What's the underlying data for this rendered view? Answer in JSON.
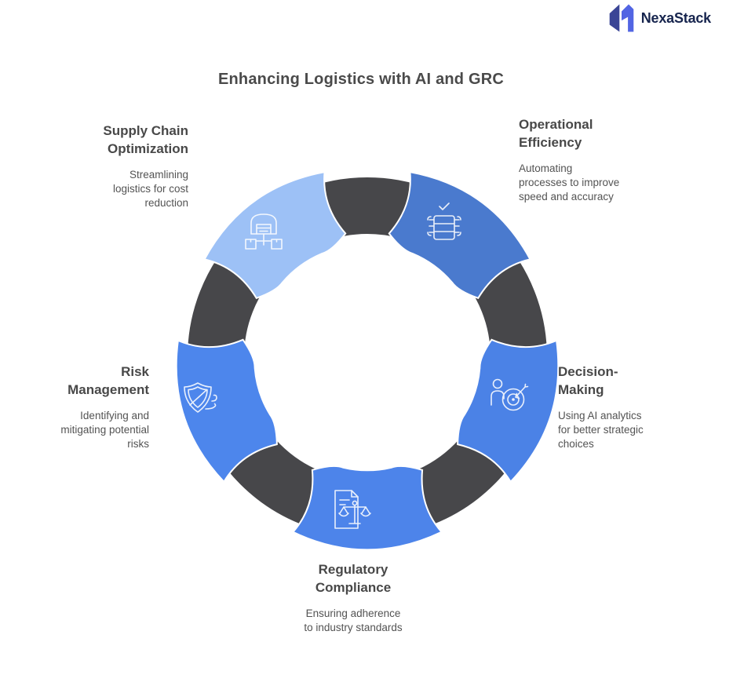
{
  "brand": {
    "name": "NexaStack",
    "icon": "nexastack-logo-icon",
    "text_color": "#17254e",
    "icon_colors": {
      "dark": "#3a4596",
      "light": "#5265e3"
    }
  },
  "title": {
    "text": "Enhancing Logistics with AI and GRC",
    "color": "#4a4a4a"
  },
  "diagram": {
    "type": "cycle",
    "ring_color": "#47474a",
    "icon_stroke": "#ffffff",
    "segments": [
      {
        "name": "supply-chain-optimization",
        "heading": "Supply Chain Optimization",
        "description": "Streamlining logistics for cost reduction",
        "icon": "warehouse-distribution-icon",
        "fill": "#9dc1f6",
        "angle_deg": -36
      },
      {
        "name": "operational-efficiency",
        "heading": "Operational Efficiency",
        "description": "Automating processes to improve speed and accuracy",
        "icon": "server-checklist-icon",
        "fill": "#4a7ace",
        "angle_deg": 36
      },
      {
        "name": "decision-making",
        "heading": "Decision-Making",
        "description": "Using AI analytics for better strategic choices",
        "icon": "person-target-dart-icon",
        "fill": "#4b82e6",
        "angle_deg": 108
      },
      {
        "name": "regulatory-compliance",
        "heading": "Regulatory Compliance",
        "description": "Ensuring adherence to industry standards",
        "icon": "document-scales-icon",
        "fill": "#4d84ea",
        "angle_deg": 180
      },
      {
        "name": "risk-management",
        "heading": "Risk Management",
        "description": "Identifying and mitigating potential risks",
        "icon": "shield-slash-icon",
        "fill": "#4d86ec",
        "angle_deg": 252
      }
    ]
  }
}
